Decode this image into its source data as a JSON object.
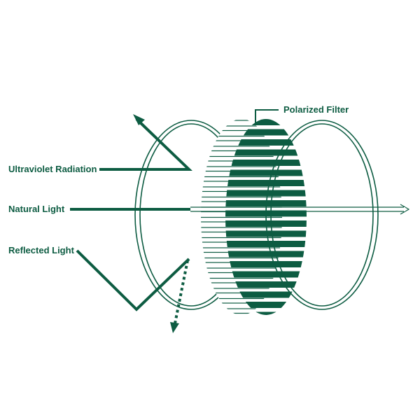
{
  "colors": {
    "accent": "#0d5c42",
    "background": "#ffffff"
  },
  "labels": {
    "polarized_filter": "Polarized Filter",
    "ultraviolet_radiation": "Ultraviolet Radiation",
    "natural_light": "Natural Light",
    "reflected_light": "Reflected Light"
  }
}
